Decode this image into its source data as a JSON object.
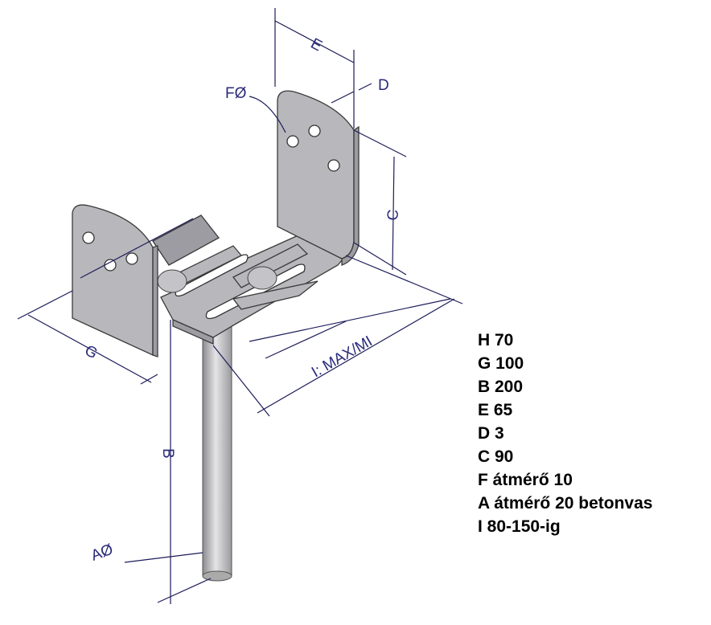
{
  "drawing": {
    "labels": {
      "E": "E",
      "D": "D",
      "F": "FØ",
      "C": "C",
      "G": "G",
      "I": "I: MAX/MI",
      "B": "B",
      "A": "AØ"
    }
  },
  "specs": [
    "H 70",
    "G 100",
    "B 200",
    "E 65",
    "D 3",
    "C 90",
    "F átmérő 10",
    "A átmérő 20 betonvas",
    "I 80-150-ig"
  ],
  "colors": {
    "dimension": "#1c1c5a",
    "metal": "#b8b8bc"
  }
}
